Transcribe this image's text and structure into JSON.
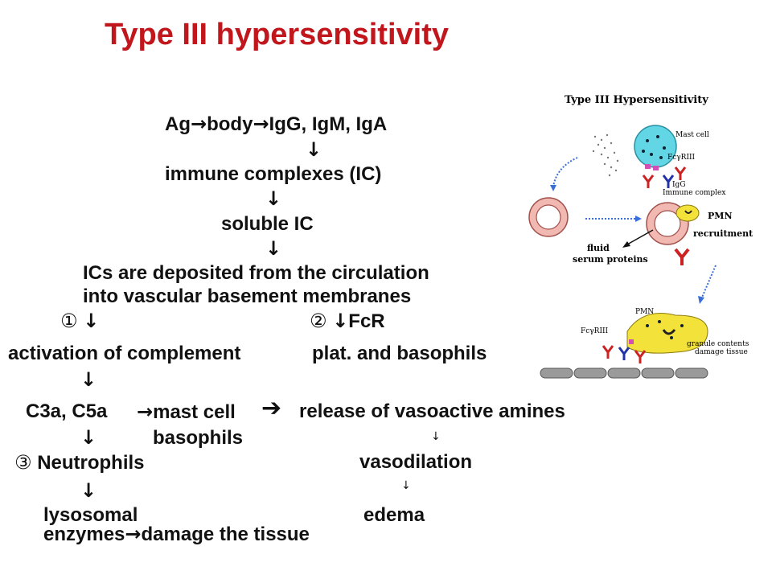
{
  "title": "Type III hypersensitivity",
  "flow": {
    "line1_ag": "Ag",
    "line1_body": "body",
    "line1_igs": "IgG, IgM, IgA",
    "arrow_down": "↓",
    "arrow_right": "→",
    "arrow_big_right": "➔",
    "immune_complexes": "immune complexes (IC)",
    "soluble_ic": "soluble IC",
    "deposited_line1": "ICs are deposited from the circulation",
    "deposited_line2": "into vascular basement membranes",
    "marker1": "①",
    "marker2": "②",
    "marker3": "③",
    "fcr": "FcR",
    "activation": "activation of complement",
    "plat": "plat. and basophils",
    "c3a": "C3a, C5a",
    "mast_cell": "mast cell",
    "release": "release of vasoactive amines",
    "basophils": "basophils",
    "neutrophils": "Neutrophils",
    "vasodilation": "vasodilation",
    "lysosomal": "lysosomal",
    "enzymes": "enzymes",
    "damage": "damage the tissue",
    "edema": "edema"
  },
  "figure": {
    "title": "Type III Hypersensitivity",
    "mast_cell": "Mast cell",
    "fcgriii": "FcγRIII",
    "igg": "IgG",
    "immune_complex": "Immune complex",
    "pmn": "PMN",
    "recruitment": "recruitment",
    "fluid": "fluid",
    "serum_proteins": "serum proteins",
    "pmn2": "PMN",
    "fcgriii2": "FcγRIII",
    "granule1": "granule contents",
    "granule2": "damage tissue"
  }
}
